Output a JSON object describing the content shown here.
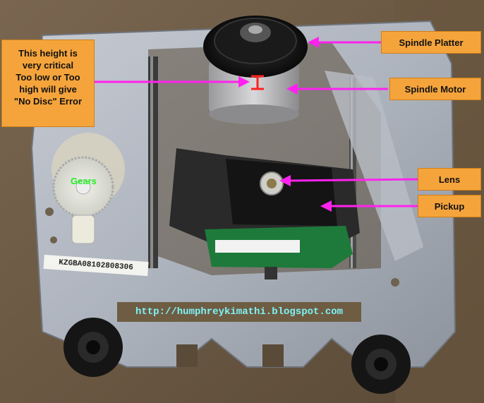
{
  "labels": {
    "spindle_platter": "Spindle Platter",
    "spindle_motor": "Spindle Motor",
    "lens": "Lens",
    "pickup": "Pickup",
    "gears": "Gears",
    "height_note": {
      "line1": "This height is",
      "line2": "very critical",
      "line3": "Too low or Too",
      "line4": "high will give",
      "line5": "\"No Disc\" Error"
    }
  },
  "serial_number": "KZGBA08102808306",
  "url": "http://humphreykimathi.blogspot.com",
  "colors": {
    "callout_fill": "#f5a43c",
    "arrow": "#ff22ee",
    "url_text": "#7ff2f7",
    "gears_text": "#22ee22"
  }
}
